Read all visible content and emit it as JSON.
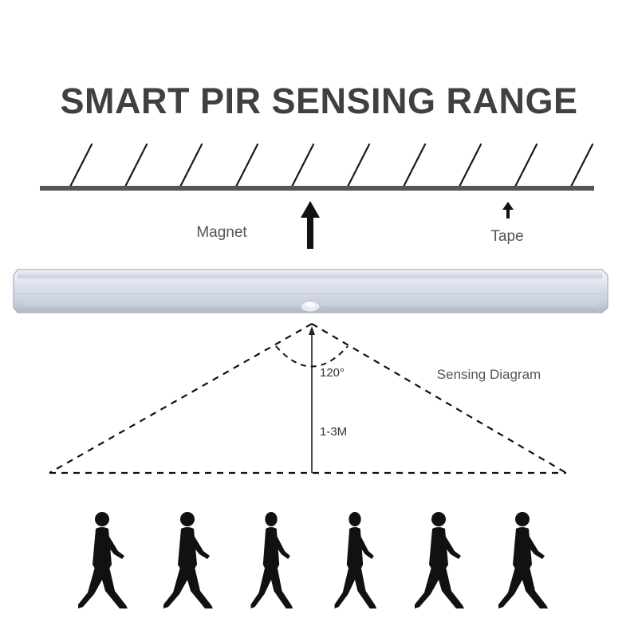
{
  "title": "SMART PIR SENSING RANGE",
  "labels": {
    "magnet": "Magnet",
    "tape": "Tape",
    "sensing_diagram": "Sensing Diagram",
    "angle": "120°",
    "distance": "1-3M"
  },
  "colors": {
    "title": "#404040",
    "ceiling_line": "#555555",
    "light_bar": "#d6dbe8",
    "figures": "#111111"
  },
  "figures_count": 6
}
